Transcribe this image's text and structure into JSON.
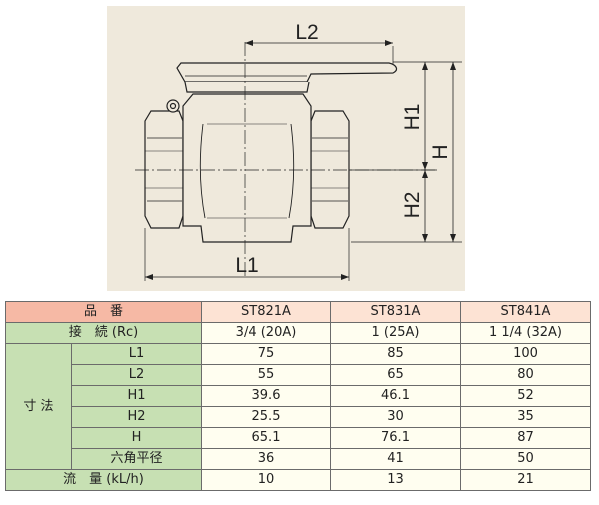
{
  "drawing": {
    "labels": {
      "L1": "L1",
      "L2": "L2",
      "H1": "H1",
      "H2": "H2",
      "H": "H"
    }
  },
  "table": {
    "header_label": "品　番",
    "models": [
      "ST821A",
      "ST831A",
      "ST841A"
    ],
    "connection": {
      "label": "接　続 (Rc)",
      "values": [
        "3/4 (20A)",
        "1 (25A)",
        "1 1/4 (32A)"
      ]
    },
    "dimensions": {
      "group_label": "寸 法",
      "rows": [
        {
          "label": "L1",
          "values": [
            "75",
            "85",
            "100"
          ]
        },
        {
          "label": "L2",
          "values": [
            "55",
            "65",
            "80"
          ]
        },
        {
          "label": "H1",
          "values": [
            "39.6",
            "46.1",
            "52"
          ]
        },
        {
          "label": "H2",
          "values": [
            "25.5",
            "30",
            "35"
          ]
        },
        {
          "label": "H",
          "values": [
            "65.1",
            "76.1",
            "87"
          ]
        },
        {
          "label": "六角平径",
          "values": [
            "36",
            "41",
            "50"
          ]
        }
      ]
    },
    "flow": {
      "label": "流　量 (kL/h)",
      "values": [
        "10",
        "13",
        "21"
      ]
    }
  },
  "colors": {
    "drawing_bg": "#efe9dc",
    "header_bg": "#f6b9a5",
    "model_bg": "#fde3d4",
    "group_bg": "#c7e0b3",
    "cell_bg": "#fffef0"
  }
}
